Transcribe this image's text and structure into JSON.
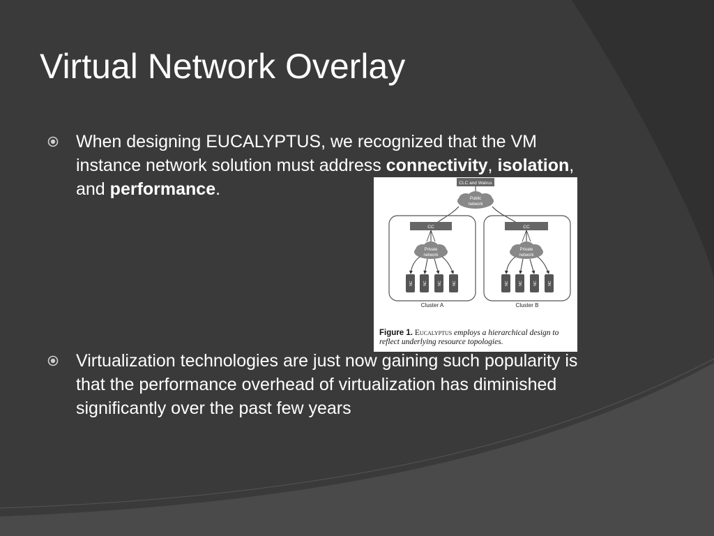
{
  "slide": {
    "title": "Virtual Network Overlay",
    "colors": {
      "background": "#2a2a2a",
      "panel": "#3a3a3a",
      "text": "#ffffff",
      "bullet": "#cfcfcf"
    }
  },
  "bullets": [
    {
      "icon": "circle-bullet-icon",
      "segments": {
        "intro": "When designing EUCALYPTUS, we recognized that the VM instance network solution must address ",
        "term1": "connectivity",
        "sep1": ", ",
        "term2": "isolation",
        "sep2": ", and ",
        "term3": "performance",
        "end": "."
      }
    },
    {
      "icon": "circle-bullet-icon",
      "text": "Virtualization technologies are just now gaining such popularity is that the performance overhead of virtualization has diminished significantly over the past few years"
    }
  ],
  "figure": {
    "top_node": "CLC and Walrus",
    "public_network": [
      "Public",
      "network"
    ],
    "clusters": [
      {
        "name": "Cluster A",
        "controller": "CC",
        "private_network": [
          "Private",
          "network"
        ],
        "nodes": [
          "NC",
          "NC",
          "NC",
          "NC"
        ]
      },
      {
        "name": "Cluster B",
        "controller": "CC",
        "private_network": [
          "Private",
          "network"
        ],
        "nodes": [
          "NC",
          "NC",
          "NC",
          "NC"
        ]
      }
    ],
    "caption": {
      "label": "Figure 1.",
      "system": "Eucalyptus",
      "rest": "employs a hierarchical design to reflect underlying resource topologies."
    }
  }
}
